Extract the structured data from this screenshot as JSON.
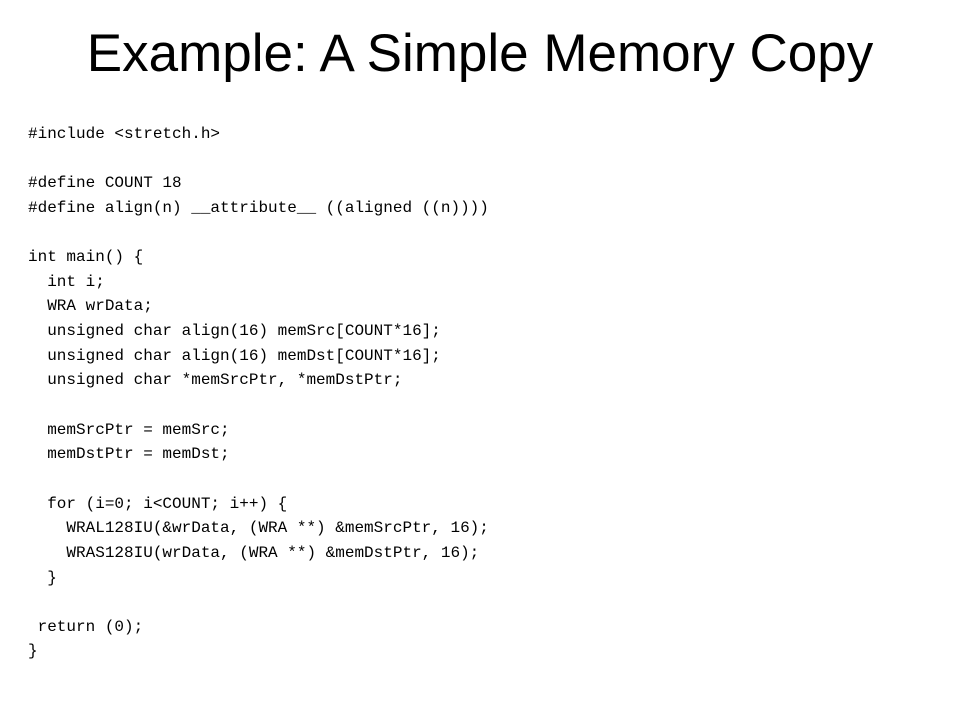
{
  "slide": {
    "title": "Example: A Simple Memory Copy"
  },
  "code": {
    "lines": [
      "#include <stretch.h>",
      "",
      "#define COUNT 18",
      "#define align(n) __attribute__ ((aligned ((n))))",
      "",
      "int main() {",
      "  int i;",
      "  WRA wrData;",
      "  unsigned char align(16) memSrc[COUNT*16];",
      "  unsigned char align(16) memDst[COUNT*16];",
      "  unsigned char *memSrcPtr, *memDstPtr;",
      "",
      "  memSrcPtr = memSrc;",
      "  memDstPtr = memDst;",
      "",
      "  for (i=0; i<COUNT; i++) {",
      "    WRAL128IU(&wrData, (WRA **) &memSrcPtr, 16);",
      "    WRAS128IU(wrData, (WRA **) &memDstPtr, 16);",
      "  }",
      "",
      " return (0);",
      "}"
    ]
  }
}
